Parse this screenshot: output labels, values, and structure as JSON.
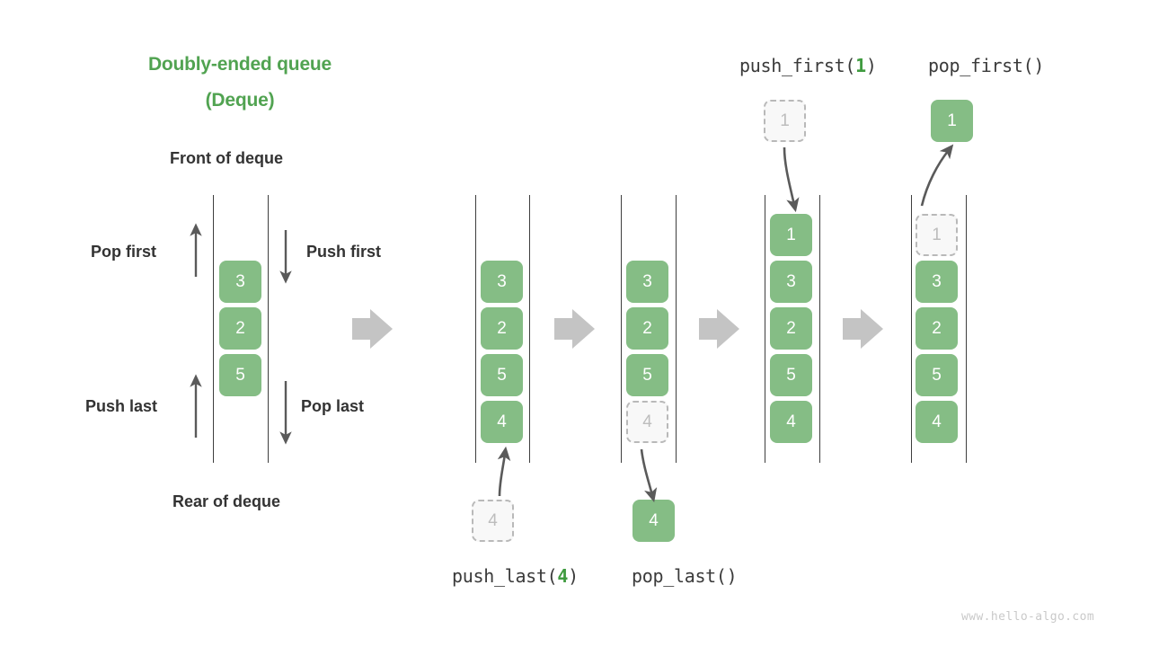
{
  "title": {
    "line1": "Doubly-ended queue",
    "line2": "(Deque)"
  },
  "labels": {
    "front": "Front of deque",
    "rear": "Rear of deque",
    "pop_first": "Pop first",
    "push_first": "Push first",
    "push_last": "Push last",
    "pop_last": "Pop last"
  },
  "operations": {
    "push_first": {
      "name": "push_first(",
      "arg": "1",
      "close": ")"
    },
    "pop_first": {
      "name": "pop_first()",
      "arg": "",
      "close": ""
    },
    "push_last": {
      "name": "push_last(",
      "arg": "4",
      "close": ")"
    },
    "pop_last": {
      "name": "pop_last()",
      "arg": "",
      "close": ""
    }
  },
  "columns": [
    {
      "id": "initial",
      "values": [
        "3",
        "2",
        "5"
      ]
    },
    {
      "id": "after-push-last",
      "values": [
        "3",
        "2",
        "5",
        "4"
      ]
    },
    {
      "id": "before-pop-last",
      "values": [
        "3",
        "2",
        "5",
        "4"
      ]
    },
    {
      "id": "after-push-first",
      "values": [
        "1",
        "3",
        "2",
        "5",
        "4"
      ]
    },
    {
      "id": "before-pop-first",
      "values": [
        "1",
        "3",
        "2",
        "5",
        "4"
      ]
    }
  ],
  "floating_nodes": {
    "push_last_source": "4",
    "pop_last_result": "4",
    "push_first_source": "1",
    "pop_first_result": "1"
  },
  "watermark": "www.hello-algo.com",
  "colors": {
    "accent_green": "#51a351",
    "node_green": "#85bd85",
    "ghost_gray": "#bdbdbd",
    "arrow_gray": "#c4c4c4",
    "thin_arrow": "#5a5a5a",
    "rail": "#3e3e3e",
    "text": "#333333"
  }
}
